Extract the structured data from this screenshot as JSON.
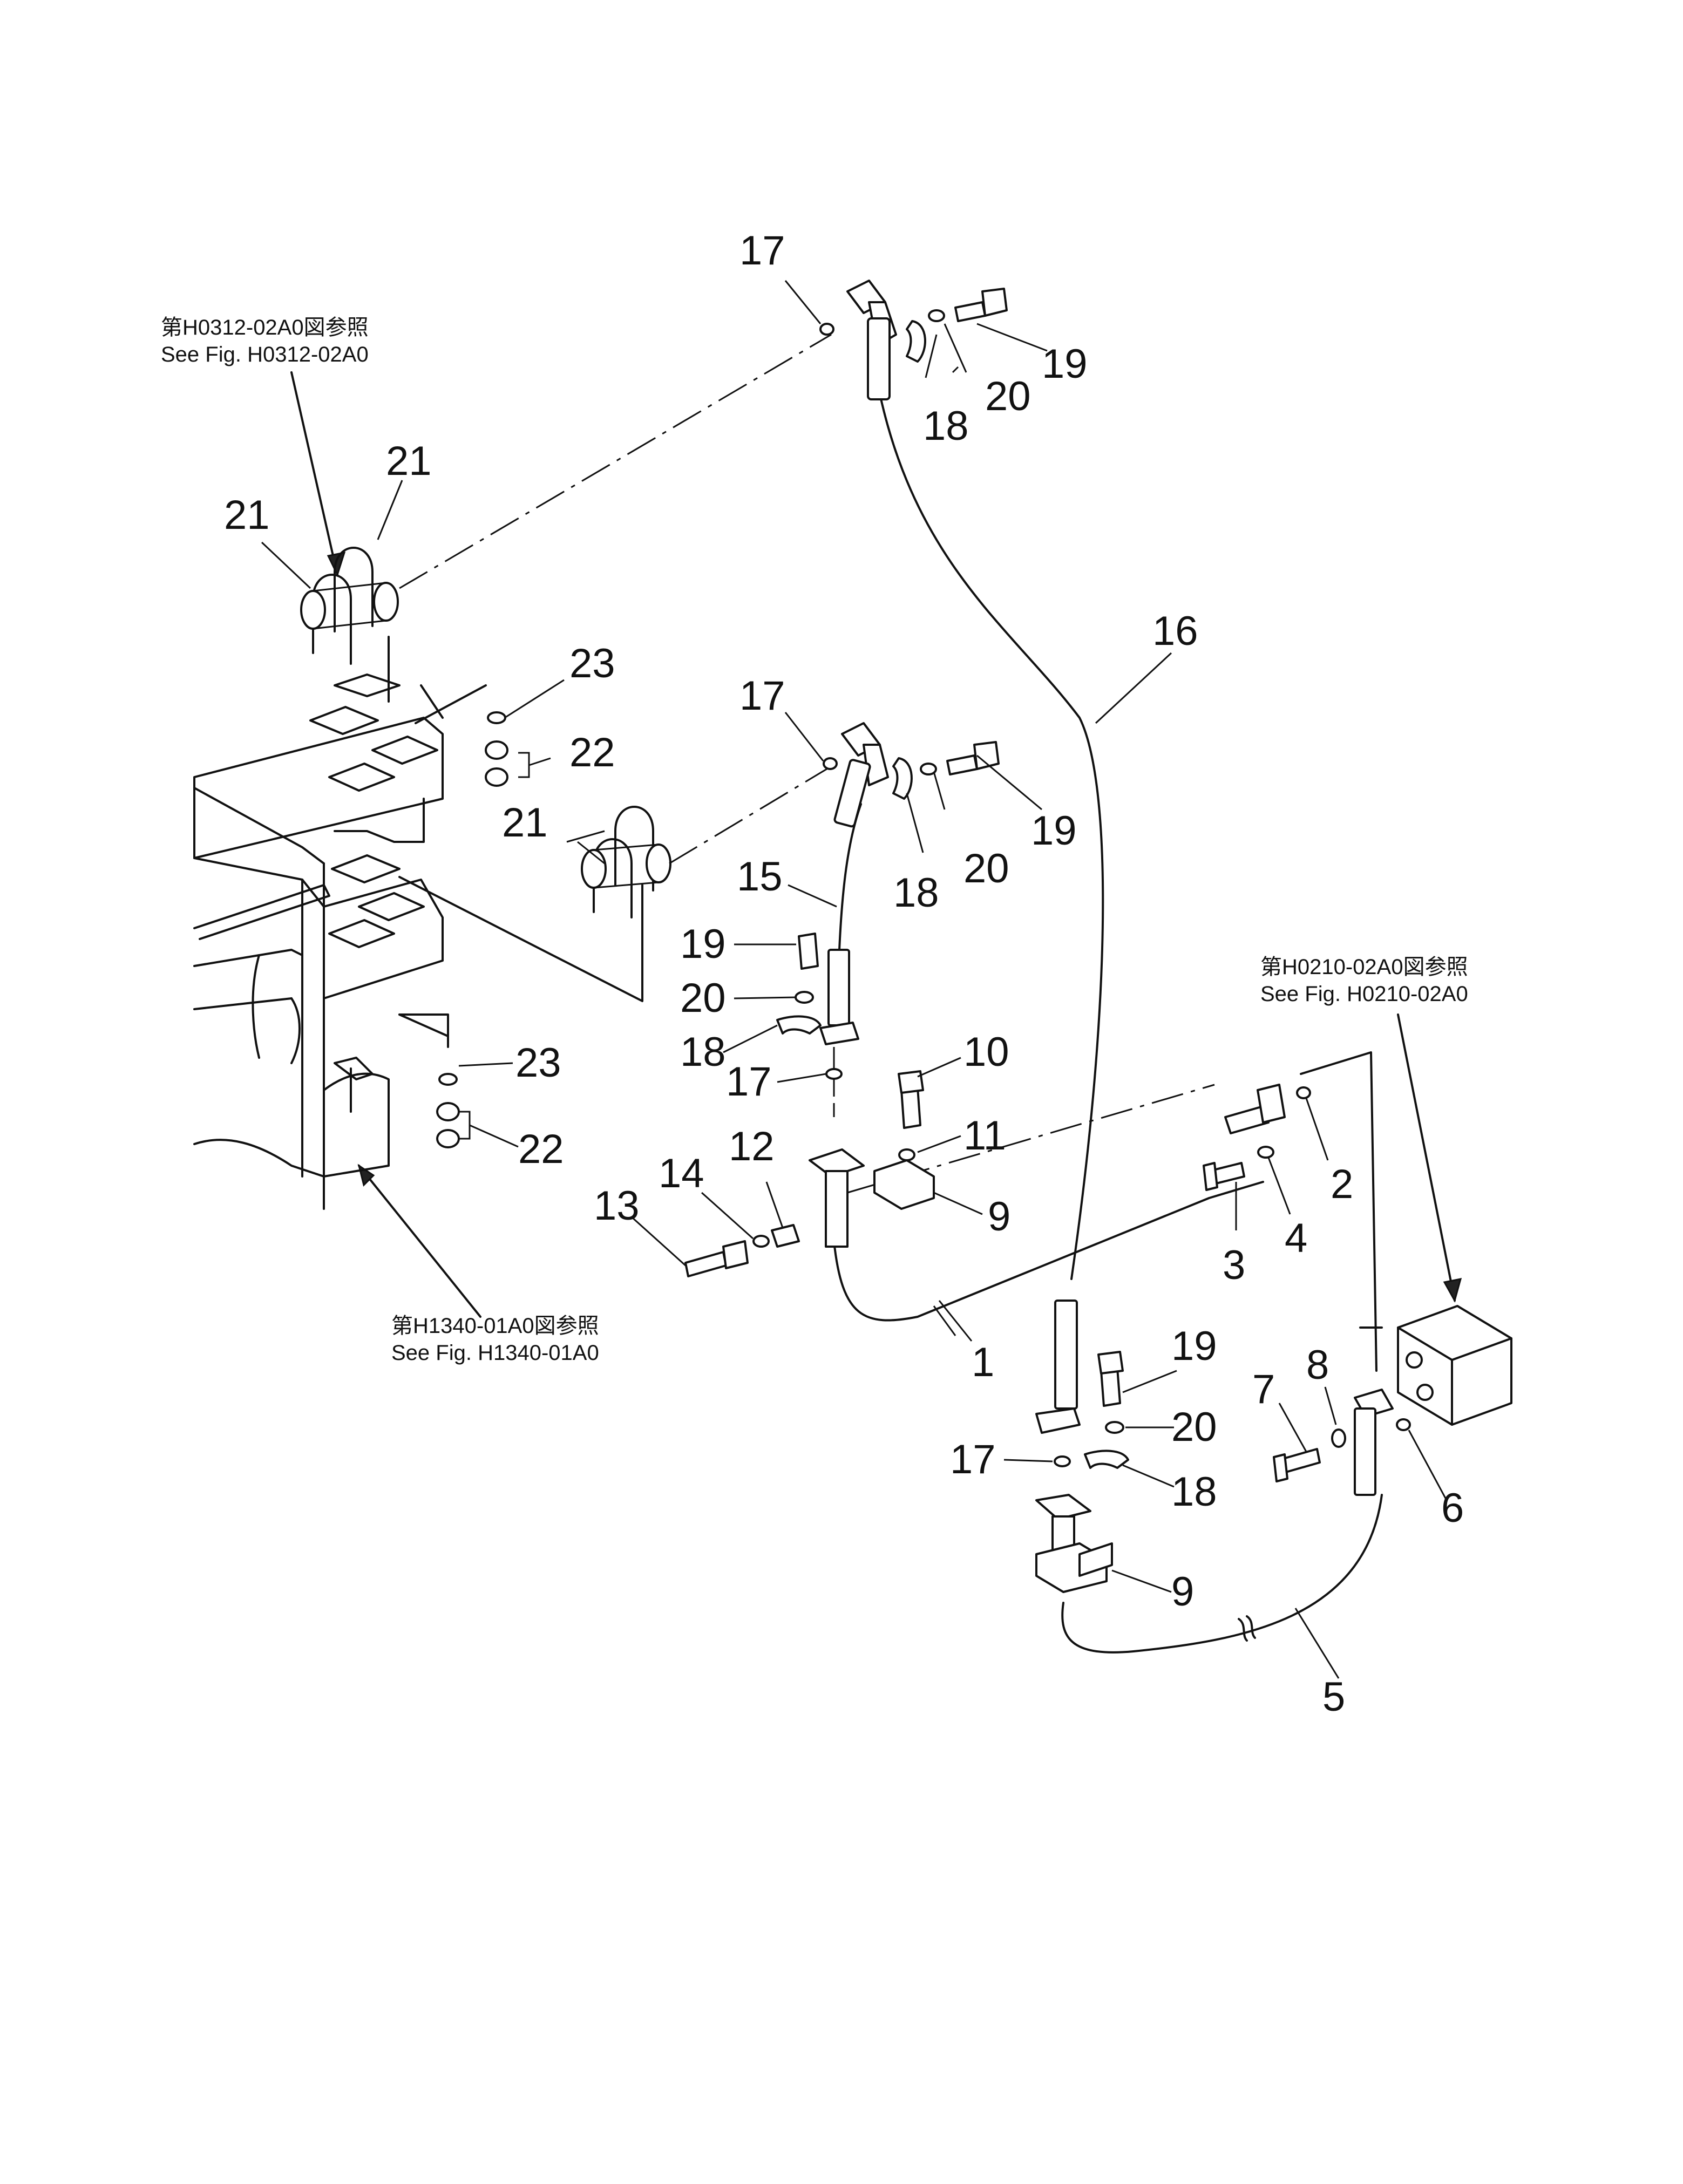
{
  "references": [
    {
      "id": "ref-h0312",
      "jp": "第H0312-02A0図参照",
      "en": "See  Fig. H0312-02A0"
    },
    {
      "id": "ref-h0210",
      "jp": "第H0210-02A0図参照",
      "en": "See  Fig. H0210-02A0"
    },
    {
      "id": "ref-h1340",
      "jp": "第H1340-01A0図参照",
      "en": "See  Fig. H1340-01A0"
    }
  ],
  "callouts": [
    "17",
    "19",
    "20",
    "18",
    "21",
    "21",
    "16",
    "23",
    "22",
    "17",
    "21",
    "19",
    "20",
    "18",
    "15",
    "19",
    "20",
    "18",
    "17",
    "10",
    "23",
    "11",
    "22",
    "12",
    "14",
    "13",
    "9",
    "2",
    "4",
    "3",
    "1",
    "19",
    "7",
    "8",
    "20",
    "17",
    "18",
    "6",
    "9",
    "5"
  ],
  "colors": {
    "line": "#111111",
    "background": "#ffffff"
  }
}
